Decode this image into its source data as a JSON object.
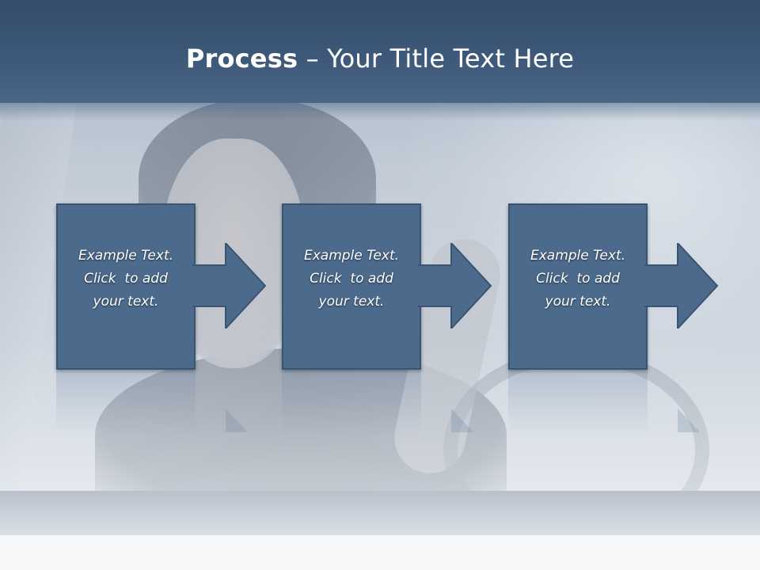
{
  "slide": {
    "title_bold": "Process",
    "title_rest": " – Your Title Text Here"
  },
  "steps": [
    {
      "line1": "Example Text.",
      "line2": "Click  to add",
      "line3": "your text."
    },
    {
      "line1": "Example Text.",
      "line2": "Click  to add",
      "line3": "your text."
    },
    {
      "line1": "Example Text.",
      "line2": "Click  to add",
      "line3": "your text."
    }
  ],
  "colors": {
    "header": "#3d5878",
    "box_fill": "#4c6a8c",
    "box_border": "#3a5472",
    "text": "#ffffff"
  },
  "icons": [
    "right-arrow-icon"
  ]
}
